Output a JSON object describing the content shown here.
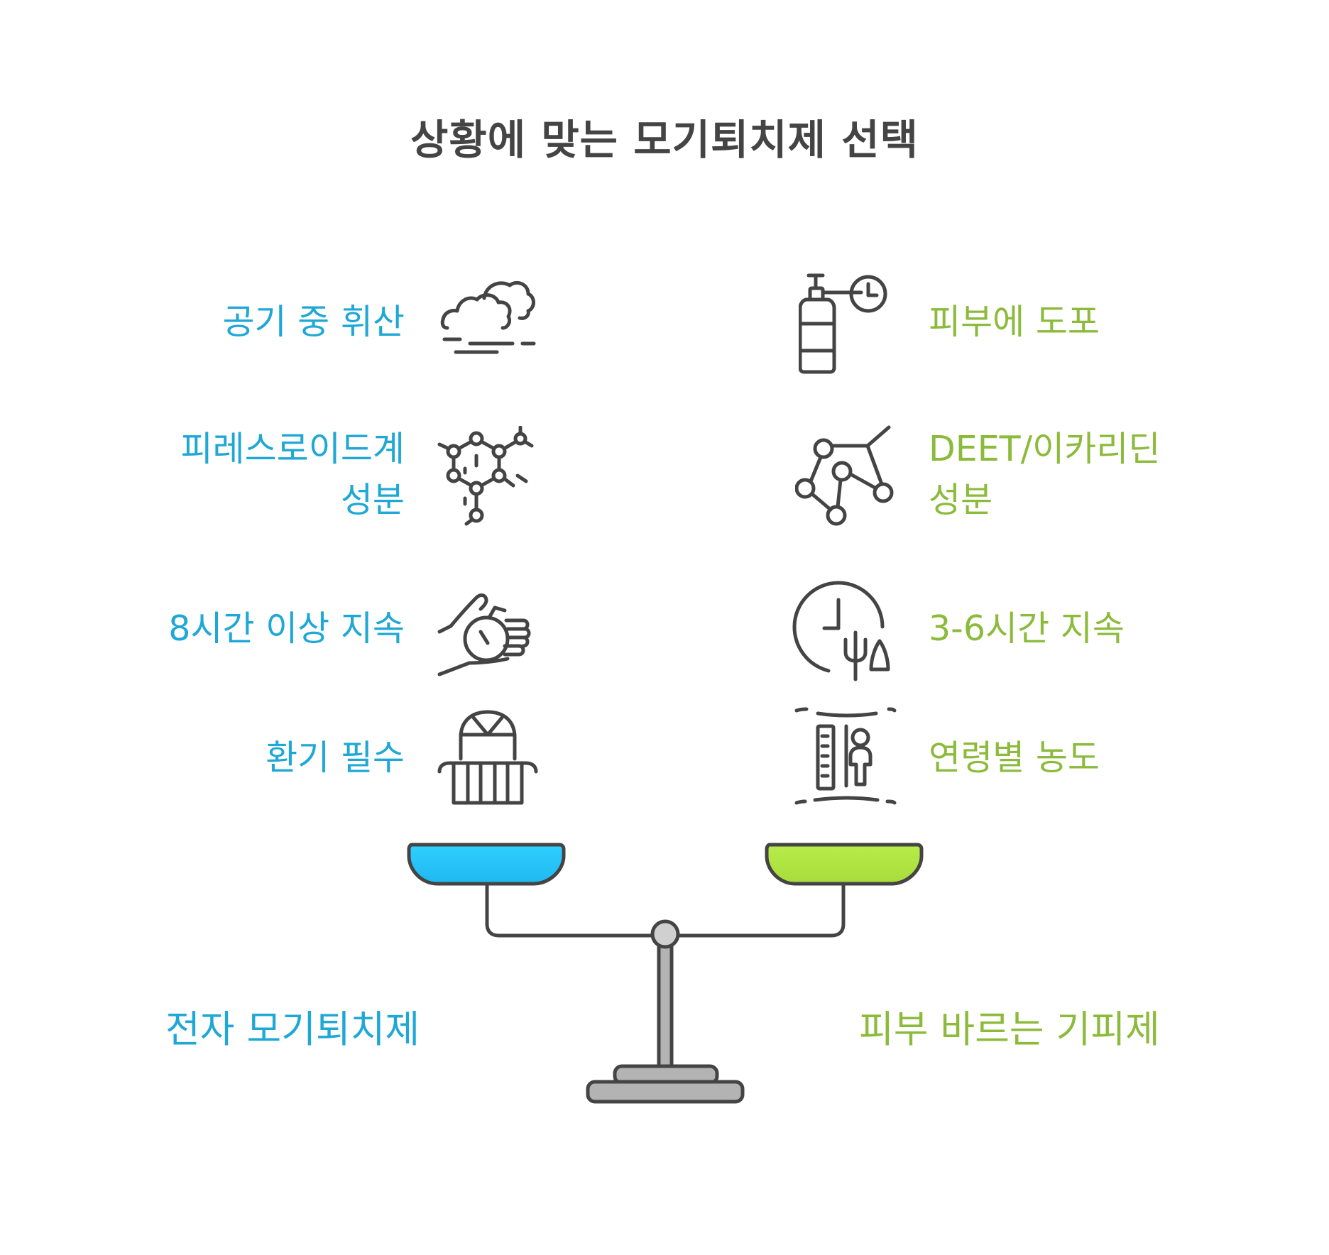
{
  "title": "상황에 맞는 모기퇴치제 선택",
  "left_side": {
    "name": "전자 모기퇴치제",
    "color": "#1fa8d6",
    "pan_color": "#2fd0ff",
    "items": [
      {
        "label": "공기 중 휘산",
        "icon": "cloud-vapor-icon"
      },
      {
        "label_line1": "피레스로이드계",
        "label_line2": "성분",
        "icon": "molecule-icon"
      },
      {
        "label": "8시간 이상 지속",
        "icon": "hand-stopwatch-icon"
      },
      {
        "label": "환기 필수",
        "icon": "window-ventilation-icon"
      }
    ]
  },
  "right_side": {
    "name": "피부 바르는 기피제",
    "color": "#8cbb3c",
    "pan_color": "#b8ec4a",
    "items": [
      {
        "label": "피부에 도포",
        "icon": "spray-bottle-timer-icon"
      },
      {
        "label_line1": "DEET/이카리딘",
        "label_line2": "성분",
        "icon": "network-nodes-icon"
      },
      {
        "label": "3-6시간 지속",
        "icon": "clock-plant-icon"
      },
      {
        "label": "연령별 농도",
        "icon": "ruler-person-icon"
      }
    ]
  },
  "balance": {
    "icon": "balance-scale-icon"
  }
}
